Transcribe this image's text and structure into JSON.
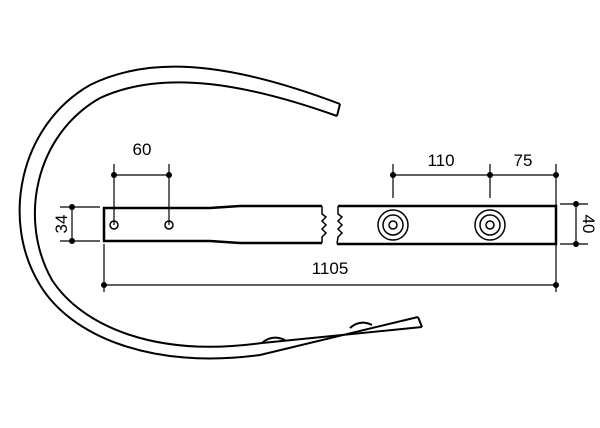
{
  "dimensions": {
    "hole_spacing": "60",
    "bolt_spacing": "110",
    "end_offset": "75",
    "narrow_width": "34",
    "wide_width": "40",
    "total_length": "1105"
  },
  "colors": {
    "line": "#000000",
    "background": "#ffffff"
  }
}
